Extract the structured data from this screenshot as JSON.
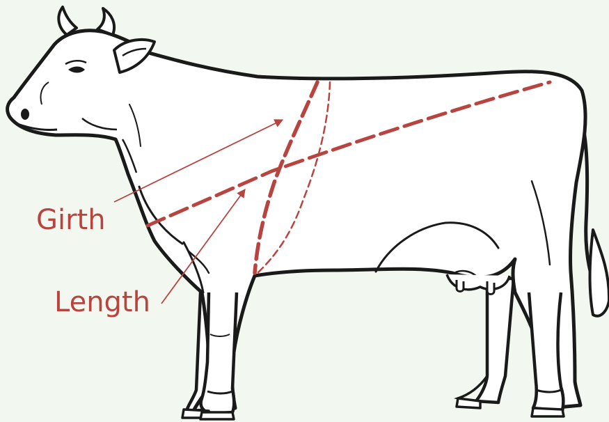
{
  "labels": {
    "girth": "Girth",
    "length": "Length"
  },
  "colors": {
    "background": "#f2f7f0",
    "outline": "#1a1a1a",
    "body_fill": "#ffffff",
    "measure": "#b8443f"
  },
  "icons": {
    "subject": "cow-illustration"
  }
}
